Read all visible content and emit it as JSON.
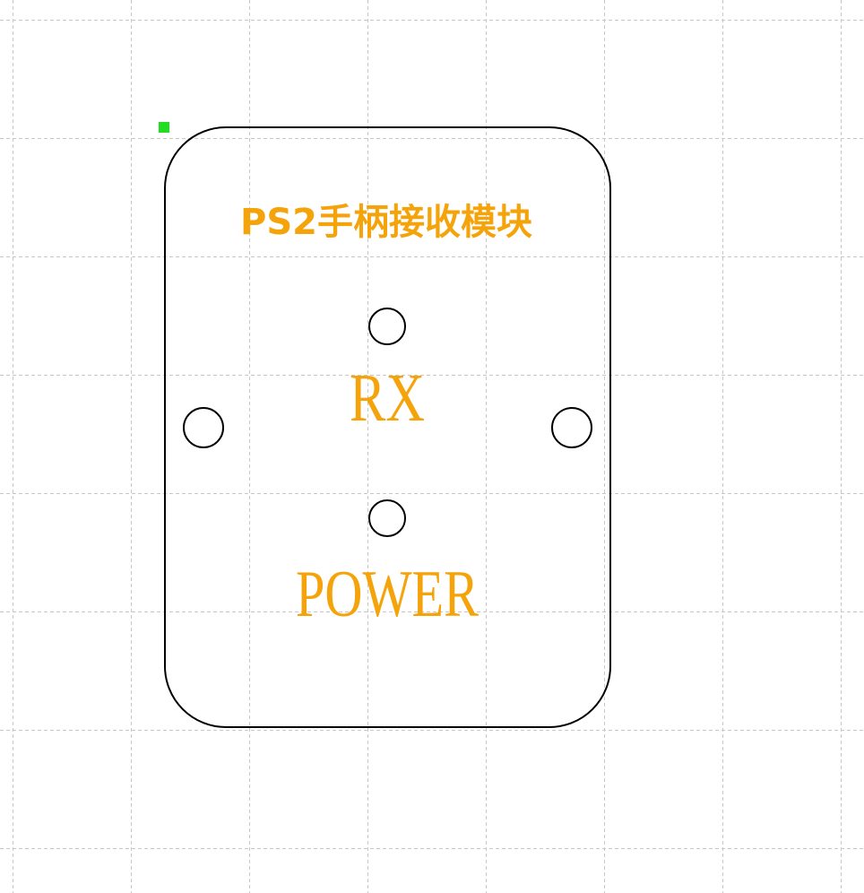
{
  "board": {
    "title": "PS2手柄接收模块",
    "label_rx": "RX",
    "label_power": "POWER"
  },
  "colors": {
    "text": "#f5a30a",
    "outline": "#000000",
    "grid": "#c8c8c8",
    "origin_marker": "#22dd22",
    "background": "#ffffff"
  }
}
